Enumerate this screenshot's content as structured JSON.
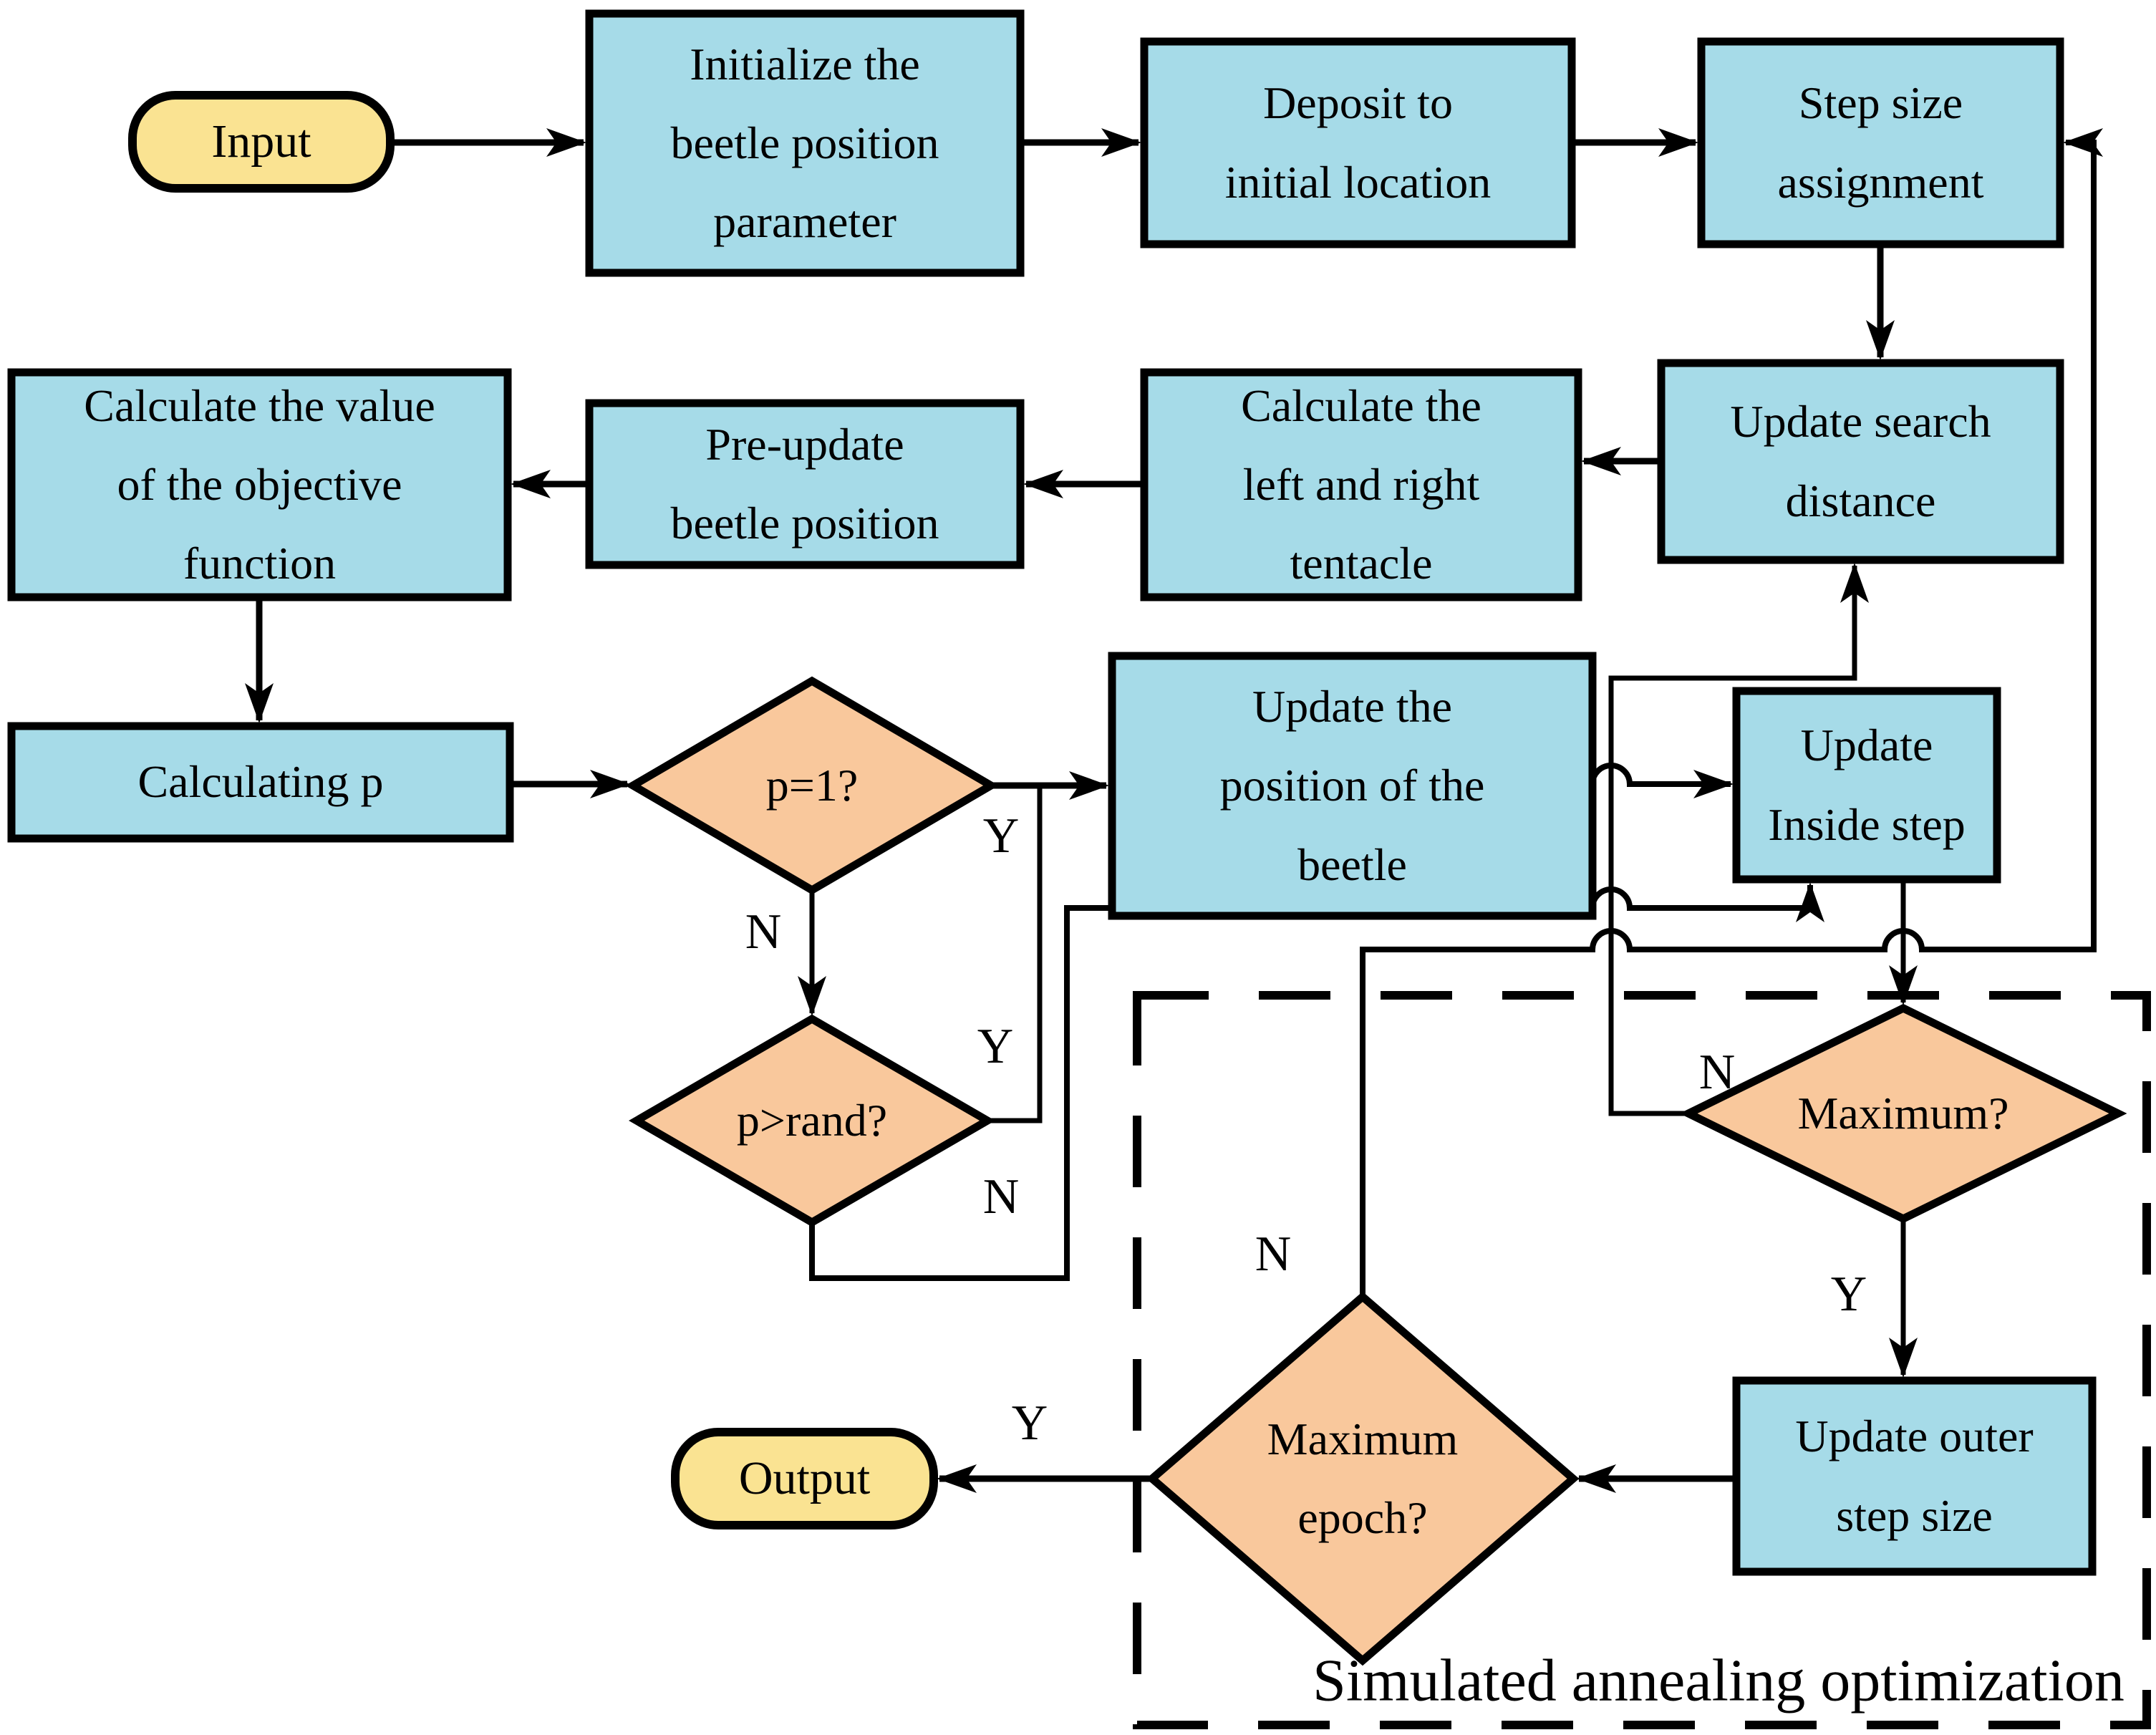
{
  "diagram": {
    "annotation": "Simulated annealing optimization",
    "colors": {
      "process": "#a6dbe8",
      "decision": "#f9c89c",
      "terminal": "#fae392",
      "line": "#000000",
      "background": "#ffffff"
    },
    "nodes": {
      "input": {
        "type": "terminal",
        "label": "Input",
        "lines": [
          "Input"
        ]
      },
      "init": {
        "type": "process",
        "label": "Initialize the beetle position parameter",
        "lines": [
          "Initialize the",
          "beetle position",
          "parameter"
        ]
      },
      "deposit": {
        "type": "process",
        "label": "Deposit to initial location",
        "lines": [
          "Deposit to",
          "initial location"
        ]
      },
      "stepsize": {
        "type": "process",
        "label": "Step size assignment",
        "lines": [
          "Step size",
          "assignment"
        ]
      },
      "calcvalue": {
        "type": "process",
        "label": "Calculate the value of the objective function",
        "lines": [
          "Calculate the value",
          "of the objective",
          "function"
        ]
      },
      "preupdate": {
        "type": "process",
        "label": "Pre-update beetle position",
        "lines": [
          "Pre-update",
          "beetle position"
        ]
      },
      "tentacle": {
        "type": "process",
        "label": "Calculate the left and right tentacle",
        "lines": [
          "Calculate the",
          "left and right",
          "tentacle"
        ]
      },
      "searchdist": {
        "type": "process",
        "label": "Update search distance",
        "lines": [
          "Update search",
          "distance"
        ]
      },
      "calcp": {
        "type": "process",
        "label": "Calculating p",
        "lines": [
          "Calculating p"
        ]
      },
      "p1": {
        "type": "decision",
        "label": "p=1?",
        "lines": [
          "p=1?"
        ]
      },
      "updatepos": {
        "type": "process",
        "label": "Update the position of the beetle",
        "lines": [
          "Update the",
          "position of the",
          "beetle"
        ]
      },
      "insidestep": {
        "type": "process",
        "label": "Update Inside step",
        "lines": [
          "Update",
          "Inside step"
        ]
      },
      "prand": {
        "type": "decision",
        "label": "p>rand?",
        "lines": [
          "p>rand?"
        ]
      },
      "maximum": {
        "type": "decision",
        "label": "Maximum?",
        "lines": [
          "Maximum?"
        ]
      },
      "maxepoch": {
        "type": "decision",
        "label": "Maximum epoch?",
        "lines": [
          "Maximum",
          "epoch?"
        ]
      },
      "outerstep": {
        "type": "process",
        "label": "Update outer step size",
        "lines": [
          "Update outer",
          "step size"
        ]
      },
      "output": {
        "type": "terminal",
        "label": "Output",
        "lines": [
          "Output"
        ]
      }
    },
    "edge_labels": {
      "p1_yes": "Y",
      "p1_no": "N",
      "prand_yes": "Y",
      "prand_no": "N",
      "maximum_no": "N",
      "maximum_yes": "Y",
      "maxepoch_yes": "Y",
      "maxepoch_no": "N"
    }
  }
}
